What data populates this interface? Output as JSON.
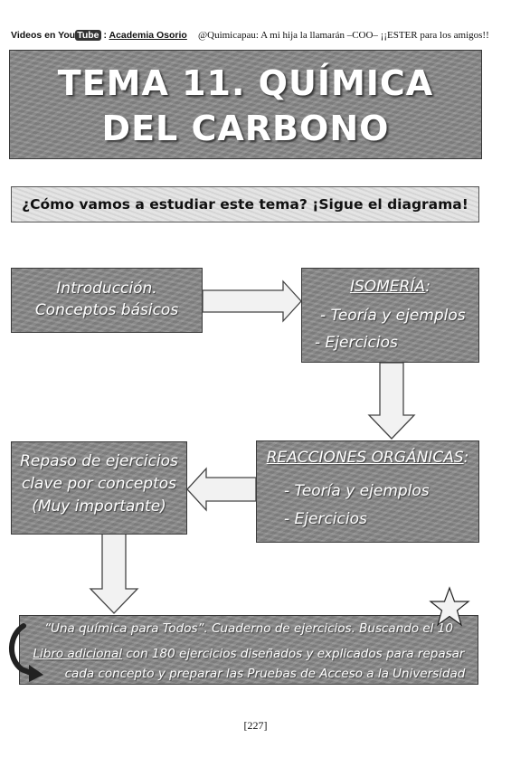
{
  "header": {
    "videos_label": "Videos en",
    "yt_you": "You",
    "yt_tube": "Tube",
    "colon": ":",
    "channel": "Academia Osorio",
    "tagline": "@Quimicapau: A mi hija la llamarán –COO– ¡¡ESTER para los amigos!!"
  },
  "title": {
    "line1": "TEMA 11. QUÍMICA",
    "line2": "DEL CARBONO"
  },
  "subtitle": "¿Cómo vamos a estudiar este tema? ¡Sigue el diagrama!",
  "boxes": {
    "intro": {
      "line1": "Introducción.",
      "line2": "Conceptos básicos"
    },
    "isomeria": {
      "heading": "ISOMERÍA",
      "heading_suffix": ":",
      "item1": "- Teoría y ejemplos",
      "item2": "- Ejercicios"
    },
    "reacciones": {
      "heading": "REACCIONES ORGÁNICAS",
      "heading_suffix": ":",
      "item1": "- Teoría y ejemplos",
      "item2": "- Ejercicios"
    },
    "repaso": {
      "line1": "Repaso de ejercicios",
      "line2": "clave por conceptos",
      "line3": "(Muy importante)"
    }
  },
  "bottom": {
    "line1": "“Una química para Todos”. Cuaderno de ejercicios. Buscando el 10",
    "line2_underlined": "Libro adicional",
    "line2_rest": " con 180 ejercicios diseñados y explicados para repasar",
    "line3": "cada concepto y preparar las Pruebas de Acceso a la Universidad"
  },
  "page_number": "[227]",
  "colors": {
    "panel": "#8a8a8a",
    "arrow_fill": "#f2f2f2",
    "border": "#3a3a3a"
  }
}
